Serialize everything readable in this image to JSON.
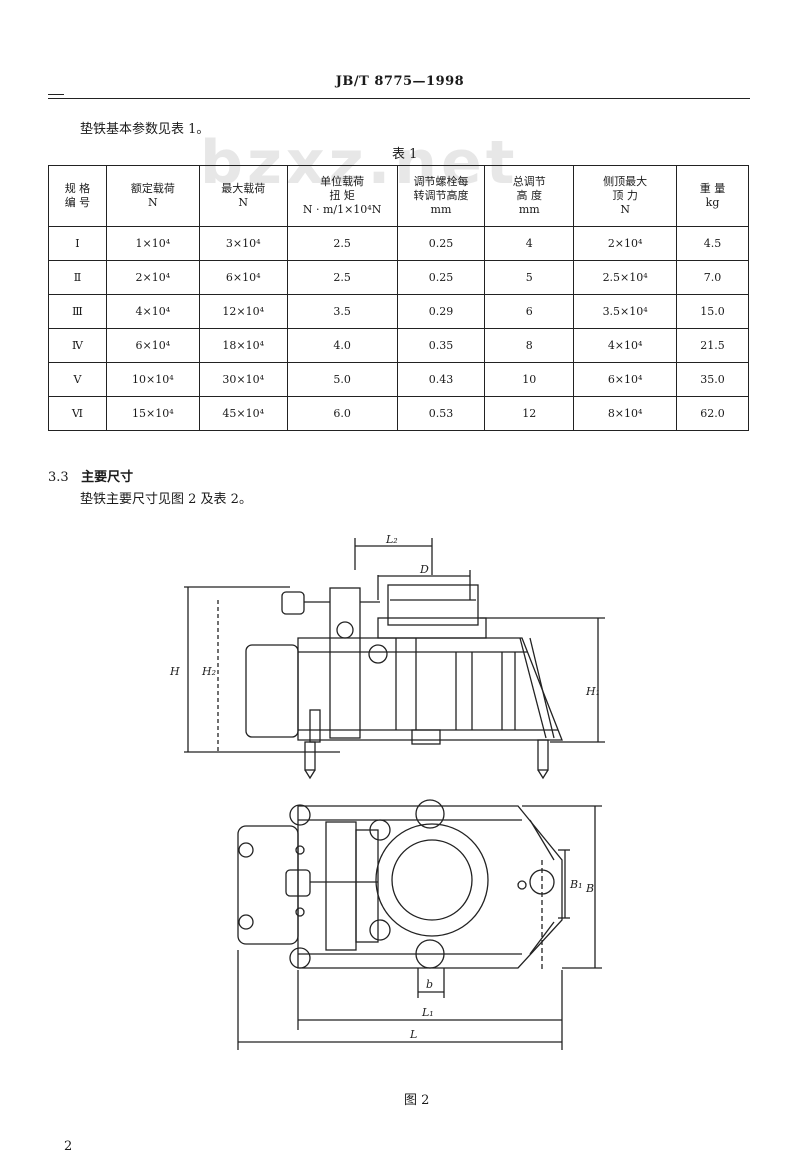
{
  "header": {
    "standard_no": "JB/T 8775—1998"
  },
  "intro_text": "垫铁基本参数见表 1。",
  "watermark": "bzxz.net",
  "table1": {
    "caption": "表 1",
    "headers": [
      [
        "规 格",
        "编 号"
      ],
      [
        "额定载荷",
        "N"
      ],
      [
        "最大载荷",
        "N"
      ],
      [
        "单位载荷",
        "扭    矩",
        "N · m/1×10⁴N"
      ],
      [
        "调节螺栓每",
        "转调节高度",
        "mm"
      ],
      [
        "总调节",
        "高    度",
        "mm"
      ],
      [
        "侧顶最大",
        "顶    力",
        "N"
      ],
      [
        "重    量",
        "kg"
      ]
    ],
    "rows": [
      [
        "Ⅰ",
        "1×10⁴",
        "3×10⁴",
        "2.5",
        "0.25",
        "4",
        "2×10⁴",
        "4.5"
      ],
      [
        "Ⅱ",
        "2×10⁴",
        "6×10⁴",
        "2.5",
        "0.25",
        "5",
        "2.5×10⁴",
        "7.0"
      ],
      [
        "Ⅲ",
        "4×10⁴",
        "12×10⁴",
        "3.5",
        "0.29",
        "6",
        "3.5×10⁴",
        "15.0"
      ],
      [
        "Ⅳ",
        "6×10⁴",
        "18×10⁴",
        "4.0",
        "0.35",
        "8",
        "4×10⁴",
        "21.5"
      ],
      [
        "Ⅴ",
        "10×10⁴",
        "30×10⁴",
        "5.0",
        "0.43",
        "10",
        "6×10⁴",
        "35.0"
      ],
      [
        "Ⅵ",
        "15×10⁴",
        "45×10⁴",
        "6.0",
        "0.53",
        "12",
        "8×10⁴",
        "62.0"
      ]
    ]
  },
  "section": {
    "number": "3.3",
    "title": "主要尺寸",
    "body": "垫铁主要尺寸见图 2 及表 2。"
  },
  "figure": {
    "caption": "图 2",
    "dim_labels": {
      "L2": "L₂",
      "D": "D",
      "H": "H",
      "H2": "H₂",
      "H1": "H₁",
      "B1": "B₁",
      "B": "B",
      "b": "b",
      "L1": "L₁",
      "L": "L"
    }
  },
  "page_number": "2"
}
